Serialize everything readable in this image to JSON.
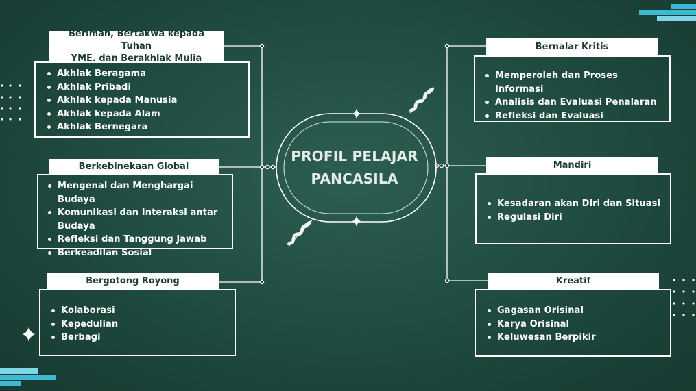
{
  "center": {
    "title_line1": "PROFIL PELAJAR",
    "title_line2": "PANCASILA"
  },
  "left": [
    {
      "title_line1": "Beriman, Bertakwa kepada Tuhan",
      "title_line2": "YME, dan Berakhlak Mulia",
      "items": [
        "Akhlak Beragama",
        "Akhlak Pribadi",
        "Akhlak kepada Manusia",
        "Akhlak kepada Alam",
        "Akhlak Bernegara"
      ]
    },
    {
      "title": "Berkebinekaan Global",
      "items": [
        "Mengenal dan Menghargai Budaya",
        "Komunikasi dan Interaksi antar",
        "Budaya",
        "Refleksi dan Tanggung Jawab",
        "Berkeadilan Sosial"
      ]
    },
    {
      "title": "Bergotong Royong",
      "items": [
        "Kolaborasi",
        "Kepedulian",
        "Berbagi"
      ]
    }
  ],
  "right": [
    {
      "title": "Bernalar Kritis",
      "items": [
        "Memperoleh dan Proses Informasi",
        "Analisis dan Evaluasi Penalaran",
        "Refleksi dan Evaluasi"
      ]
    },
    {
      "title": "Mandiri",
      "items": [
        "Kesadaran akan Diri dan Situasi",
        "Regulasi Diri"
      ]
    },
    {
      "title": "Kreatif",
      "items": [
        "Gagasan Orisinal",
        "Karya Orisinal",
        "Keluwesan Berpikir"
      ]
    }
  ],
  "colors": {
    "background": "#1f4a3f",
    "box_fill": "#ffffff",
    "title_text": "#1b3d33",
    "accent_stripe_1": "#3fb8d4",
    "accent_stripe_2": "#7fd6e6"
  },
  "icons": [
    "sparkle-icon",
    "leaf-branch-icon",
    "dot-grid-icon"
  ]
}
